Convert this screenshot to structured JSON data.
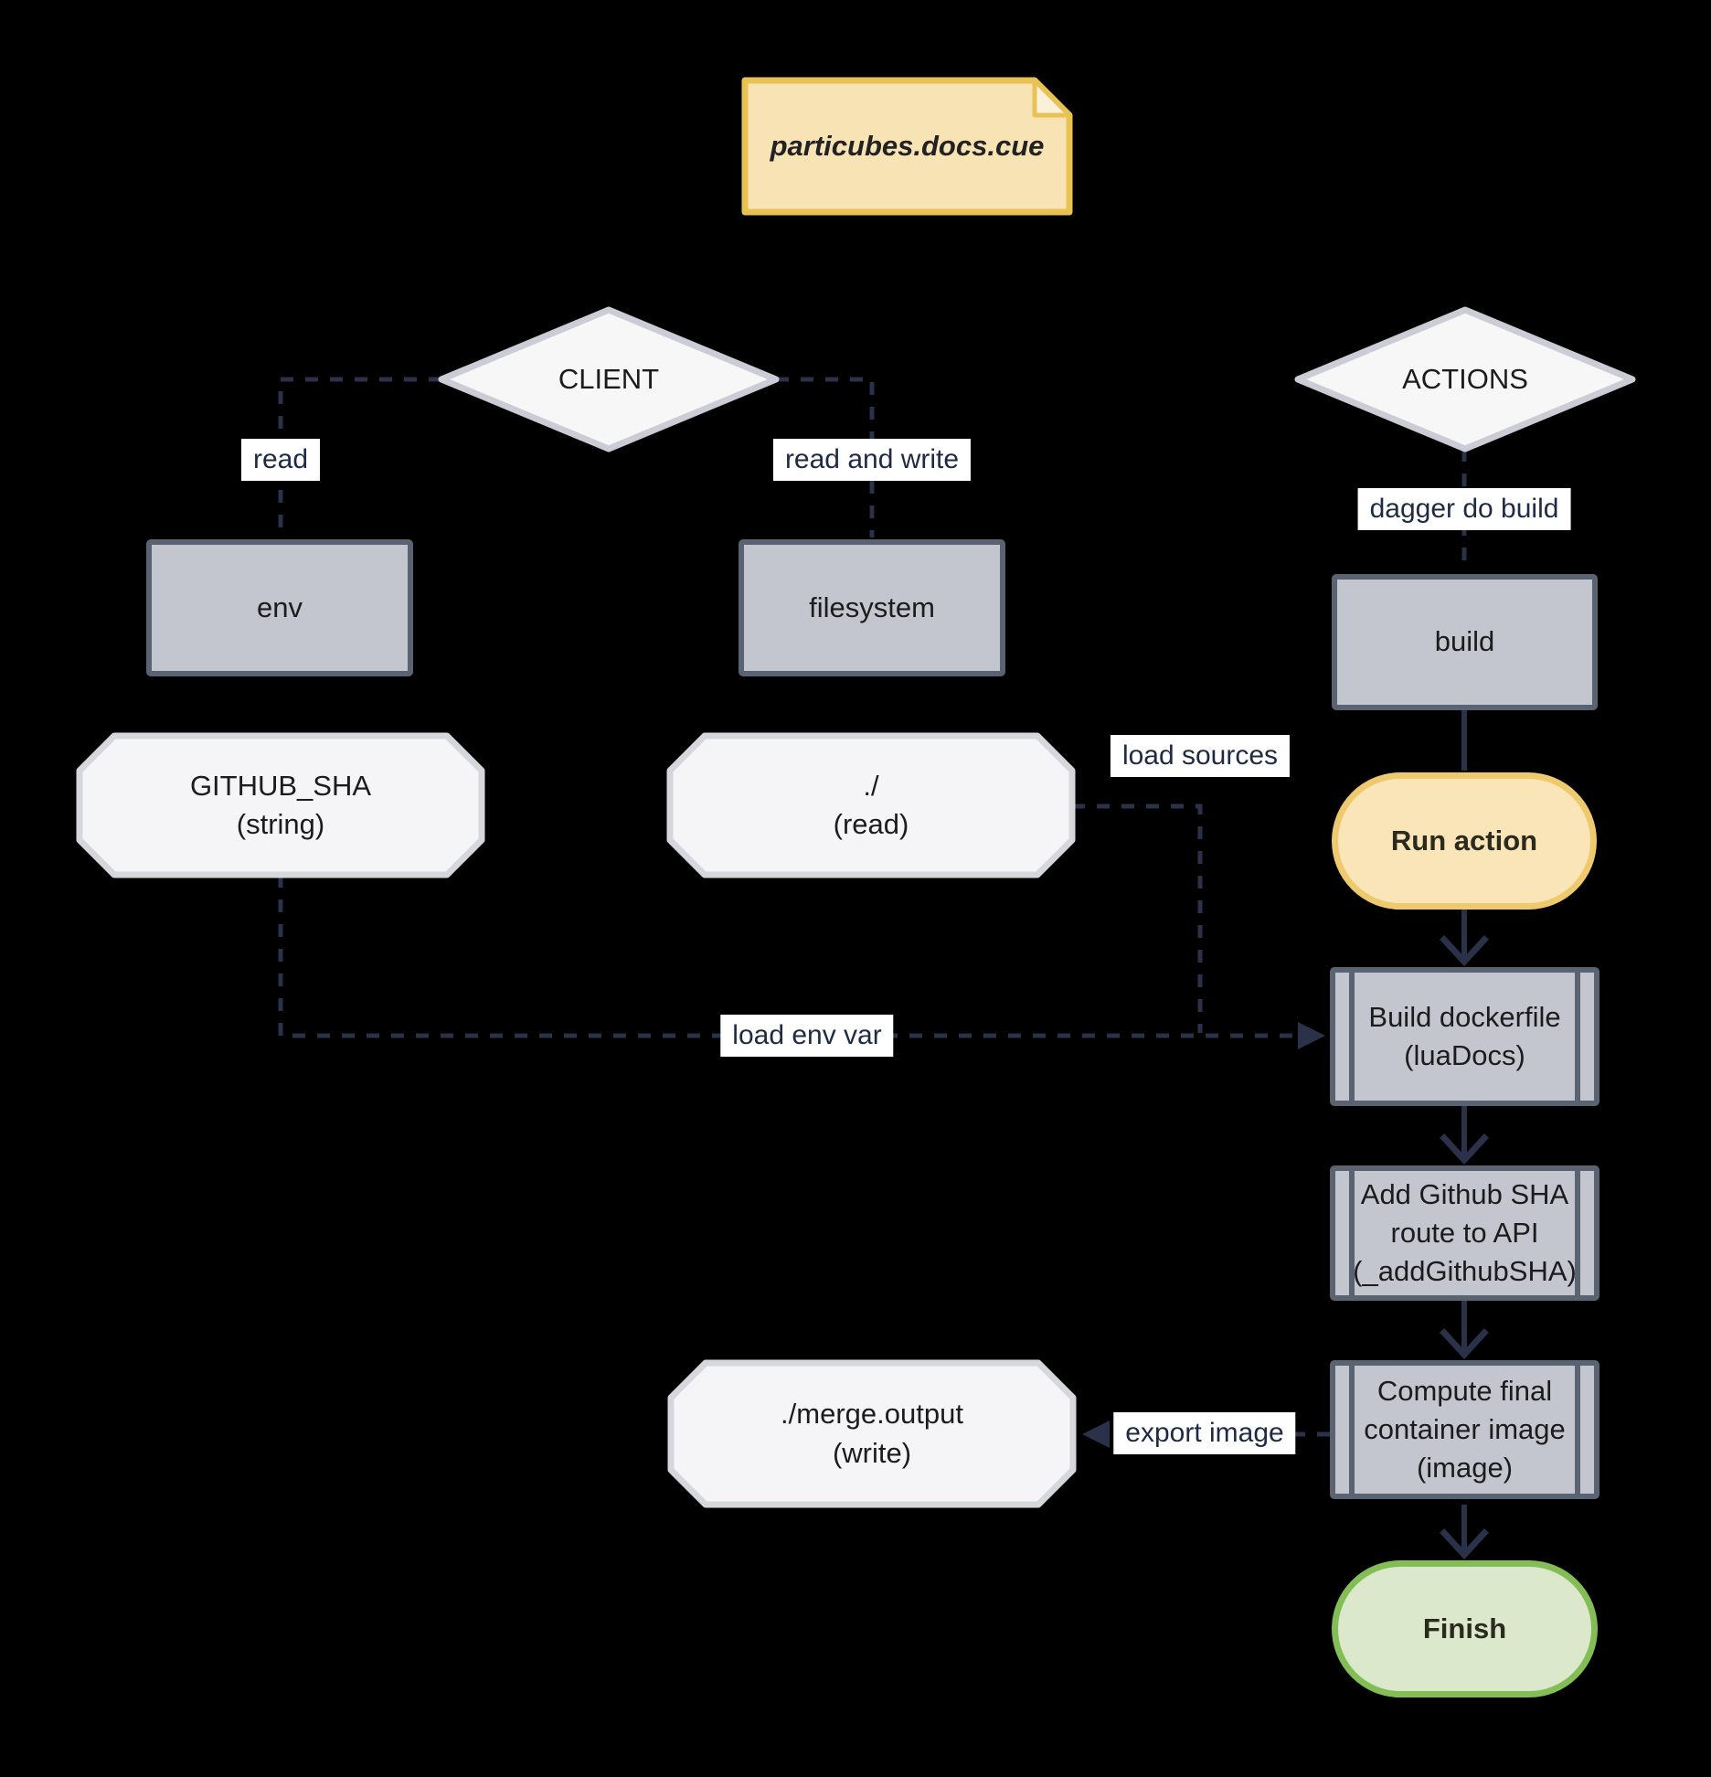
{
  "diagram": {
    "type": "flowchart",
    "note": {
      "label": "particubes.docs.cue"
    },
    "diamonds": {
      "client": {
        "label": "CLIENT"
      },
      "actions": {
        "label": "ACTIONS"
      }
    },
    "nodes": {
      "env": {
        "label": "env"
      },
      "filesystem": {
        "label": "filesystem"
      },
      "build": {
        "label": "build"
      },
      "github_sha": {
        "lines": [
          "GITHUB_SHA",
          "(string)"
        ]
      },
      "dot_slash": {
        "lines": [
          "./",
          "(read)"
        ]
      },
      "merge_output": {
        "lines": [
          "./merge.output",
          "(write)"
        ]
      },
      "run_action": {
        "label": "Run action"
      },
      "build_dockerfile": {
        "lines": [
          "Build dockerfile",
          "(luaDocs)"
        ]
      },
      "add_github_sha": {
        "lines": [
          "Add Github SHA",
          "route to API",
          "(_addGithubSHA)"
        ]
      },
      "compute_image": {
        "lines": [
          "Compute final",
          "container image",
          "(image)"
        ]
      },
      "finish": {
        "label": "Finish"
      }
    },
    "edge_labels": {
      "read": "read",
      "read_and_write": "read and write",
      "dagger_do_build": "dagger do build",
      "load_sources": "load sources",
      "load_env_var": "load env var",
      "export_image": "export image"
    },
    "edges": [
      {
        "from": "client",
        "to": "env",
        "label": "read",
        "style": "dashed"
      },
      {
        "from": "client",
        "to": "filesystem",
        "label": "read and write",
        "style": "dashed"
      },
      {
        "from": "actions",
        "to": "build",
        "label": "dagger do build",
        "style": "dashed"
      },
      {
        "from": "github_sha",
        "to": "build_dockerfile",
        "label": "load env var",
        "style": "dashed-arrow"
      },
      {
        "from": "dot_slash",
        "to": "build_dockerfile",
        "label": "load sources",
        "style": "dashed-arrow"
      },
      {
        "from": "build",
        "to": "run_action",
        "label": "",
        "style": "solid"
      },
      {
        "from": "run_action",
        "to": "build_dockerfile",
        "label": "",
        "style": "solid-arrow"
      },
      {
        "from": "build_dockerfile",
        "to": "add_github_sha",
        "label": "",
        "style": "solid-arrow"
      },
      {
        "from": "add_github_sha",
        "to": "compute_image",
        "label": "",
        "style": "solid-arrow"
      },
      {
        "from": "compute_image",
        "to": "merge_output",
        "label": "export image",
        "style": "dashed-arrow"
      },
      {
        "from": "compute_image",
        "to": "finish",
        "label": "",
        "style": "solid-arrow"
      }
    ],
    "colors": {
      "background": "#000000",
      "edge": "#2A3149",
      "edge_label_bg": "#FFFFFF",
      "edge_label_text": "#1F2A44",
      "gray_fill": "#C3C6CF",
      "gray_border": "#5A6372",
      "octagon_fill": "#F5F5F7",
      "octagon_border": "#D6D6DD",
      "diamond_fill": "#F7F7F8",
      "diamond_border": "#CBCCD5",
      "note_fill": "#F8E3B5",
      "note_fold_fill": "#FBF1DA",
      "note_border": "#E9C254",
      "action_fill": "#F9E5B7",
      "action_border": "#EFC96E",
      "finish_fill": "#DBE8CB",
      "finish_border": "#83BD55",
      "node_text": "#1C1C1C"
    }
  }
}
